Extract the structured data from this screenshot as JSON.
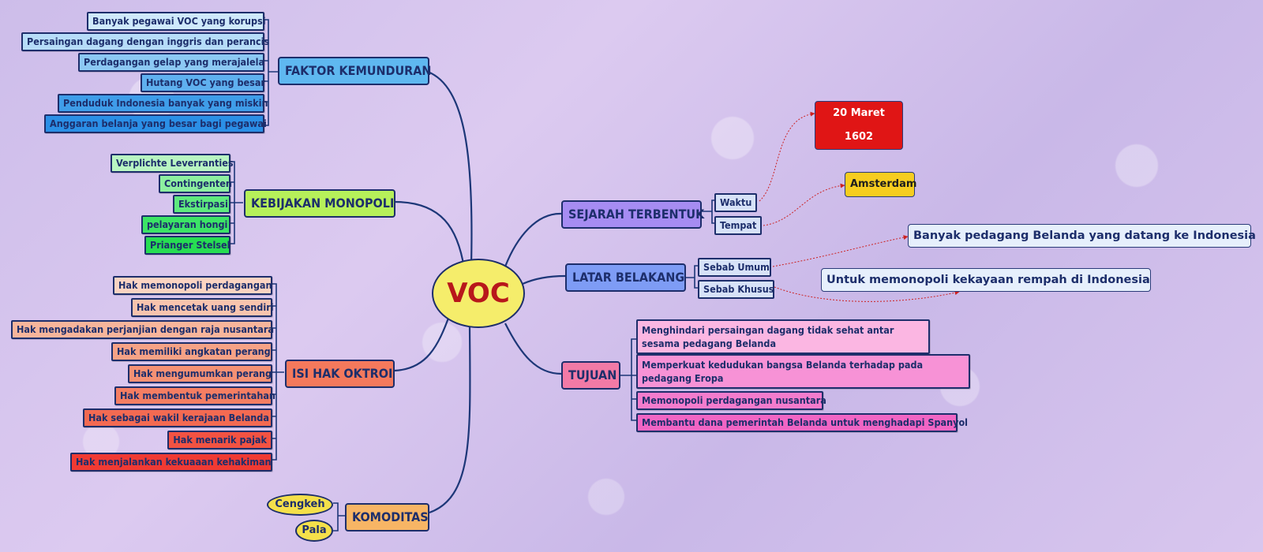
{
  "center": "VOC",
  "faktor": {
    "title": "FAKTOR KEMUNDURAN",
    "items": [
      "Banyak pegawai VOC yang korupsi",
      "Persaingan dagang dengan inggris dan perancis",
      "Perdagangan gelap yang merajalela",
      "Hutang VOC yang besar",
      "Penduduk Indonesia banyak yang miskin",
      "Anggaran belanja yang besar bagi pegawai"
    ]
  },
  "kebijakan": {
    "title": "KEBIJAKAN MONOPOLI",
    "items": [
      "Verplichte Leverranties",
      "Contingenten",
      "Ekstirpasi",
      "pelayaran hongi",
      "Prianger Stelsel"
    ]
  },
  "oktroi": {
    "title": "ISI HAK OKTROI",
    "items": [
      "Hak memonopoli perdagangan",
      "Hak mencetak uang sendiri",
      "Hak mengadakan perjanjian dengan raja nusantara",
      "Hak memiliki angkatan perang",
      "Hak mengumumkan perang",
      "Hak membentuk pemerintahan",
      "Hak sebagai wakil kerajaan Belanda",
      "Hak menarik pajak",
      "Hak menjalankan kekuaaan kehakiman"
    ]
  },
  "komoditas": {
    "title": "KOMODITAS",
    "items": [
      "Cengkeh",
      "Pala"
    ]
  },
  "sejarah": {
    "title": "SEJARAH TERBENTUK",
    "waktu": "Waktu",
    "tempat": "Tempat",
    "waktu_value": "20 Maret 1602",
    "tempat_value": "Amsterdam"
  },
  "latar": {
    "title": "LATAR BELAKANG",
    "umum": "Sebab Umum",
    "khusus": "Sebab Khusus",
    "umum_value": "Banyak pedagang Belanda yang datang ke Indonesia",
    "khusus_value": "Untuk memonopoli kekayaan rempah di Indonesia"
  },
  "tujuan": {
    "title": "TUJUAN",
    "items": [
      "Menghindari persaingan dagang tidak sehat antar sesama pedagang Belanda",
      "Memperkuat kedudukan bangsa Belanda terhadap pada pedagang Eropa",
      "Memonopoli perdagangan nusantara",
      "Membantu dana pemerintah Belanda untuk menghadapi Spanyol"
    ]
  },
  "colors": {
    "line": "#1d2e6b",
    "arrow": "#cc2222",
    "faktor": "#5fb8f0",
    "kebijakan": "#b6f05a",
    "oktroi": "#f4795c",
    "komoditas": "#f7b565",
    "sejarah": "#a68cf2",
    "latar": "#7e9cf5",
    "tujuan": "#f27aa6",
    "waktu_bg": "#e01515",
    "tempat_bg": "#f6cd1f"
  }
}
